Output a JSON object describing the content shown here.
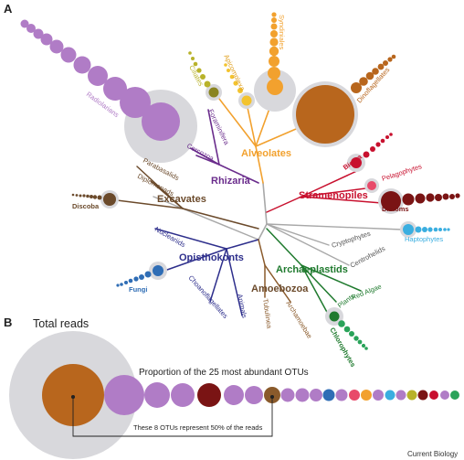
{
  "panels": {
    "a": "A",
    "b": "B"
  },
  "groups": {
    "alveolates": "Alveolates",
    "rhizaria": "Rhizaria",
    "stramenopiles": "Stramenopiles",
    "excavates": "Excavates",
    "opisthokonts": "Opisthokonts",
    "archaeplastids": "Archaeplastids",
    "amoebozoa": "Amoebozoa"
  },
  "taxa": {
    "radiolarians": "Radiolarians",
    "ciliates": "Ciliates",
    "apicomplexa": "Apicomplexa",
    "syndiniales": "Syndiniales",
    "dinoflagellates": "Dinoflagellates",
    "foraminifera": "Foraminifera",
    "cercozoa": "Cercozoa",
    "bicyra": "Bicyra",
    "pelagophytes": "Pelagophytes",
    "diatoms": "Diatoms",
    "haptophytes": "Haptophytes",
    "cryptophytes": "Cryptophytes",
    "centrohelids": "Centrohelids",
    "red_algae": "Red Algae",
    "plants": "Plants",
    "chlorophytes": "Chlorophytes",
    "archamoebae": "Archamoebae",
    "tubulinea": "Tubulinea",
    "animals": "Animals",
    "choanoflagellates": "Choanoflagellates",
    "fungi": "Fungi",
    "nucleariids": "Nucleariids",
    "parabasalids": "Parabasalids",
    "diplomonads": "Diplomonads",
    "discoba": "Discoba"
  },
  "panel_b": {
    "total_reads": "Total reads",
    "proportion_title": "Proportion of the 25 most abundant OTUs",
    "note": "These 8 OTUs represent 50% of the reads"
  },
  "footer": "Current Biology",
  "colors": {
    "alveolates": "#f2a12e",
    "rhizaria": "#6a2c8c",
    "radiolarians": "#b07cc6",
    "dinoflagellates": "#b8661d",
    "stramenopiles": "#c8102e",
    "diatoms": "#7a1414",
    "excavates": "#6b4a2b",
    "opisthokonts": "#2e2f8c",
    "fungi": "#2f6db5",
    "archaeplastids": "#1f7a2e",
    "chlorophytes": "#2aa35a",
    "amoebozoa": "#8a5a2b",
    "haptophytes": "#3aaee0",
    "ciliates": "#b8b22a",
    "gray_halo": "#d8d8dc",
    "tree": "#9a9a9a"
  }
}
